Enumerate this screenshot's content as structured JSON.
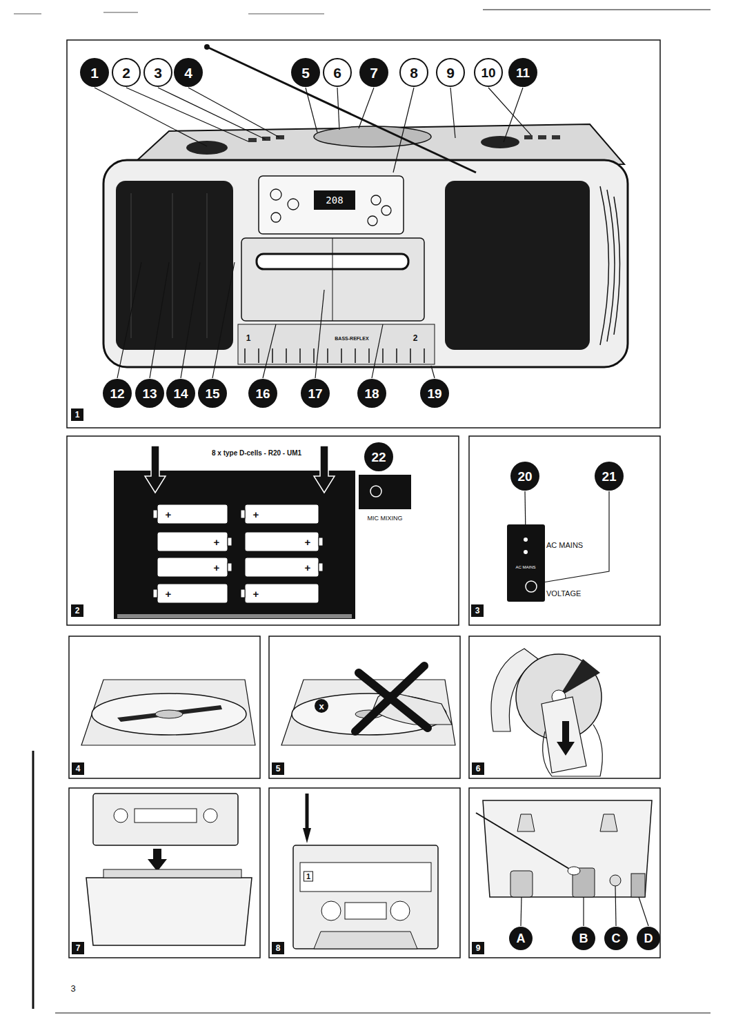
{
  "diagram": {
    "labels": [
      "1",
      "2",
      "3",
      "4",
      "5",
      "6",
      "7",
      "8",
      "9",
      "10",
      "11",
      "12",
      "13",
      "14",
      "15",
      "16",
      "17",
      "18",
      "19",
      "208",
      "1",
      "BASS-REFLEX",
      "2",
      "1",
      "8 x type D-cells - R20 - UM1",
      "22",
      "MIC MIXING",
      "+",
      "+",
      "+",
      "+",
      "+",
      "+",
      "+",
      "+",
      "2",
      "20",
      "21",
      "AC MAINS",
      "AC MAINS",
      "VOLTAGE",
      "3",
      "4",
      "x",
      "5",
      "6",
      "7",
      "1",
      "8",
      "A",
      "B",
      "C",
      "D",
      "9",
      "3"
    ]
  }
}
